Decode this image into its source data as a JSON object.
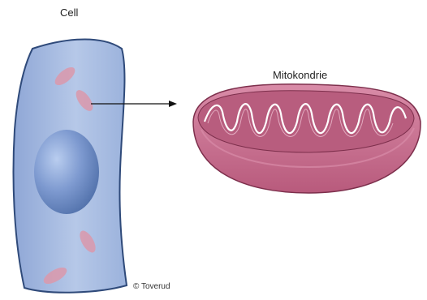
{
  "labels": {
    "cell": "Cell",
    "mitochondrion": "Mitokondrie",
    "credit": "© Toverud"
  },
  "colors": {
    "cell_fill": "#aabfe0",
    "cell_outline": "#2f4a7a",
    "nucleus": "#5f7fb5",
    "organelle": "#d89aae",
    "mito_outer": "#c86e8c",
    "mito_inner": "#a94b6d",
    "mito_cristae_line": "#ffffff",
    "arrow": "#111111"
  },
  "icons": [
    "cell-illustration",
    "nucleus-shape",
    "mitochondrion-illustration",
    "pointer-arrow"
  ]
}
